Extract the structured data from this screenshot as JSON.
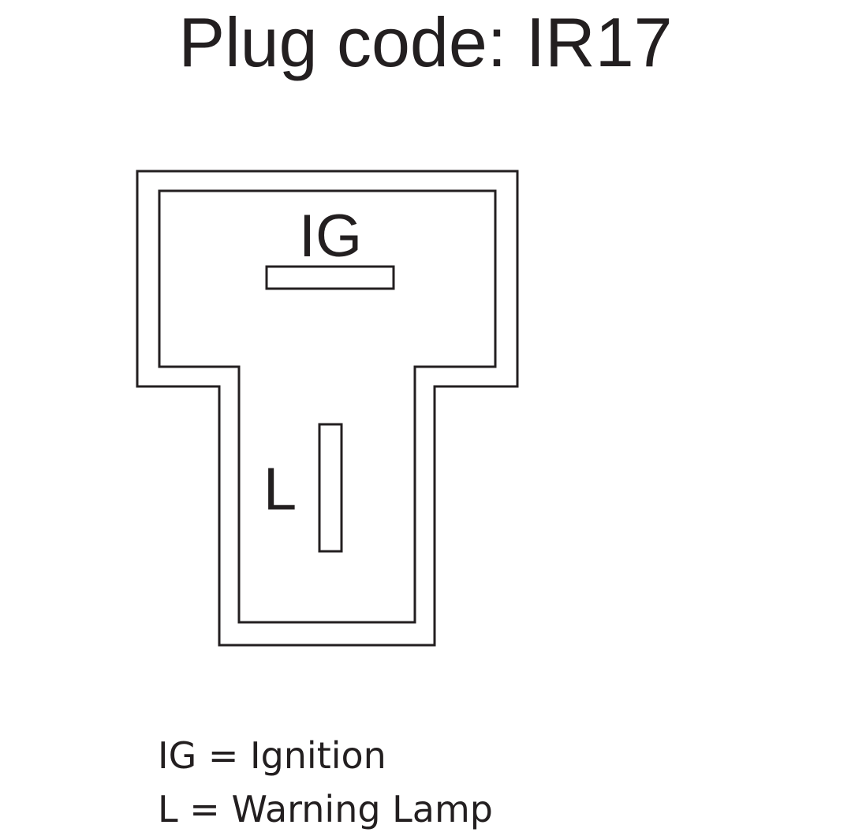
{
  "title": "Plug code: IR17",
  "connector": {
    "pin_ig_label": "IG",
    "pin_l_label": "L"
  },
  "legend": [
    {
      "key": "IG",
      "sep": "=",
      "desc": "Ignition"
    },
    {
      "key": "L",
      "sep": "=",
      "desc": "Warning Lamp"
    }
  ],
  "colors": {
    "ink": "#231f20",
    "background": "#ffffff"
  }
}
